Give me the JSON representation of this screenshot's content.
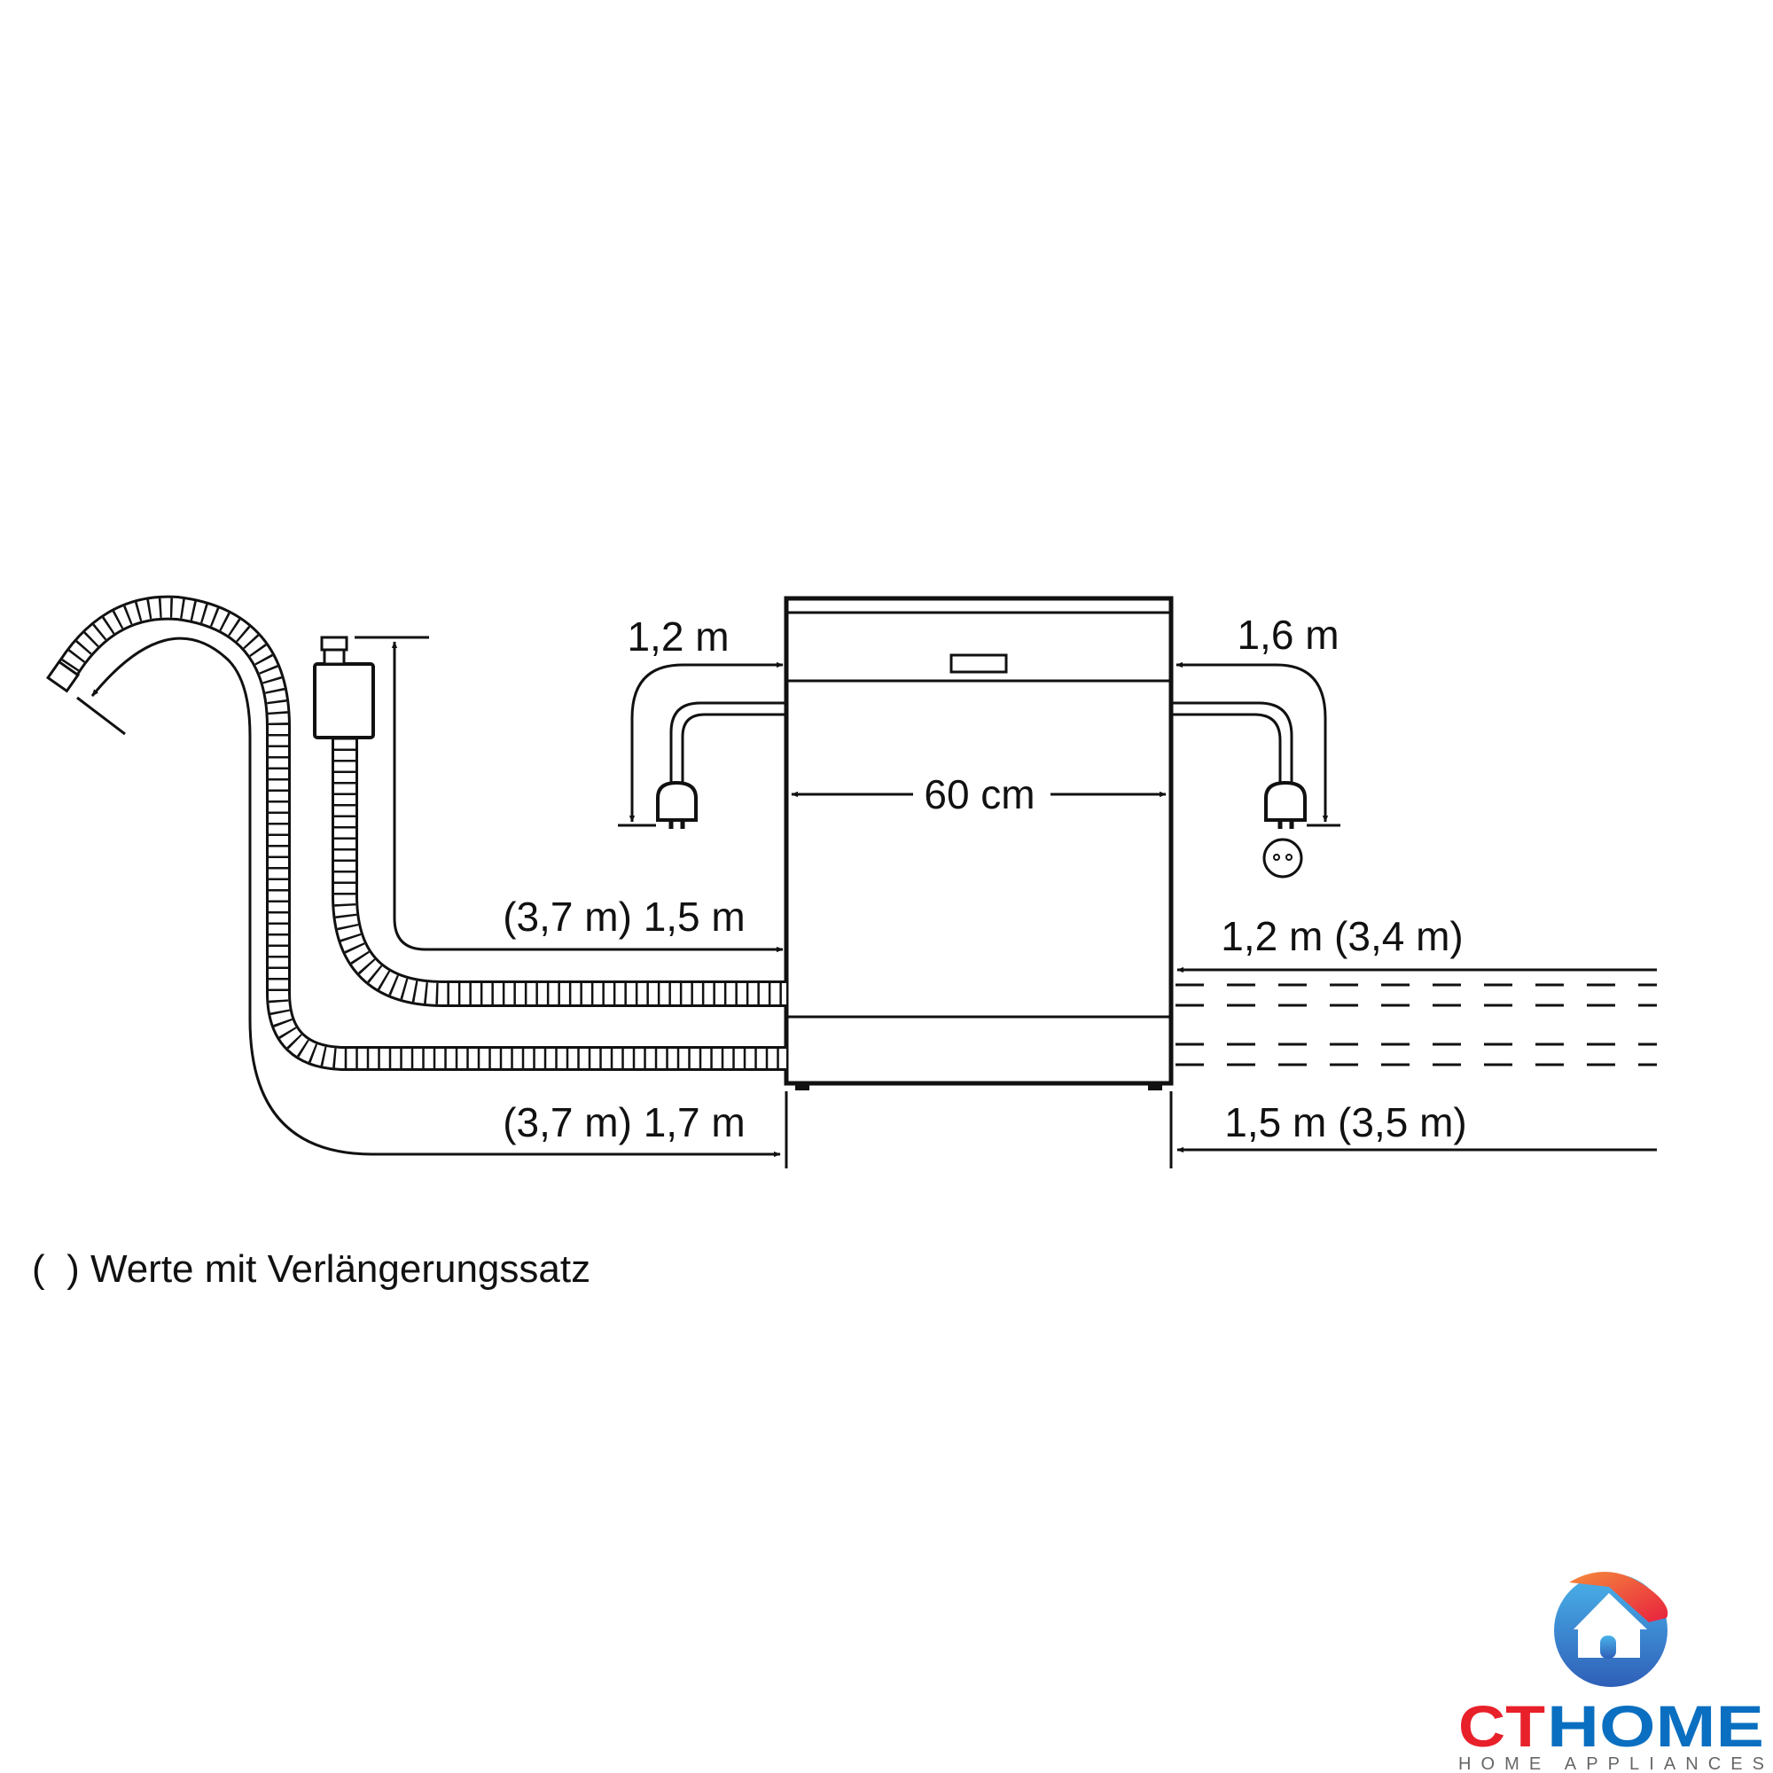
{
  "dimensions": {
    "width": "60 cm",
    "power_cord_left": "1,2 m",
    "power_cord_right": "1,6 m",
    "inlet_hose_left": "(3,7 m) 1,5 m",
    "drain_hose_left": "(3,7 m) 1,7 m",
    "inlet_hose_right": "1,2 m (3,4 m)",
    "drain_hose_right": "1,5 m (3,5 m)"
  },
  "footnote": "(  ) Werte mit Verlängerungssatz",
  "logo": {
    "brand_ct": "CT",
    "brand_home": "HOME",
    "tagline": "HOME APPLIANCES",
    "colors": {
      "red": "#e8202a",
      "blue": "#0a6fc0",
      "gray": "#666666"
    }
  }
}
